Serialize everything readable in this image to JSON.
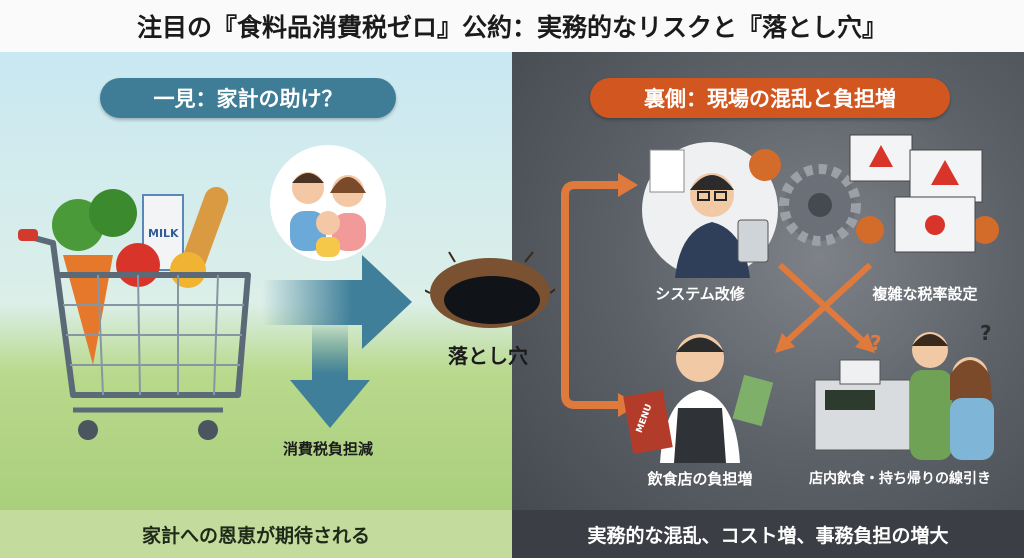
{
  "title": "注目の『食料品消費税ゼロ』公約：実務的なリスクと『落とし穴』",
  "left": {
    "pill": "一見：家計の助け？",
    "tax_label": "消費税負担減",
    "milk": "MILK",
    "footer": "家計への恩恵が期待される"
  },
  "center": {
    "hole_label": "落とし穴"
  },
  "right": {
    "pill": "裏側：現場の混乱と負担増",
    "items": [
      {
        "label": "システム改修"
      },
      {
        "label": "複雑な税率設定"
      },
      {
        "label": "飲食店の負担増"
      },
      {
        "label": "店内飲食・持ち帰りの線引き"
      }
    ],
    "menu": "MENU",
    "footer": "実務的な混乱、コスト増、事務負担の増大"
  },
  "colors": {
    "blue_pill": "#3e7d95",
    "orange_pill": "#d2561f",
    "arrow_blue": "#3f7f9a",
    "arrow_orange": "#e07a3c"
  }
}
